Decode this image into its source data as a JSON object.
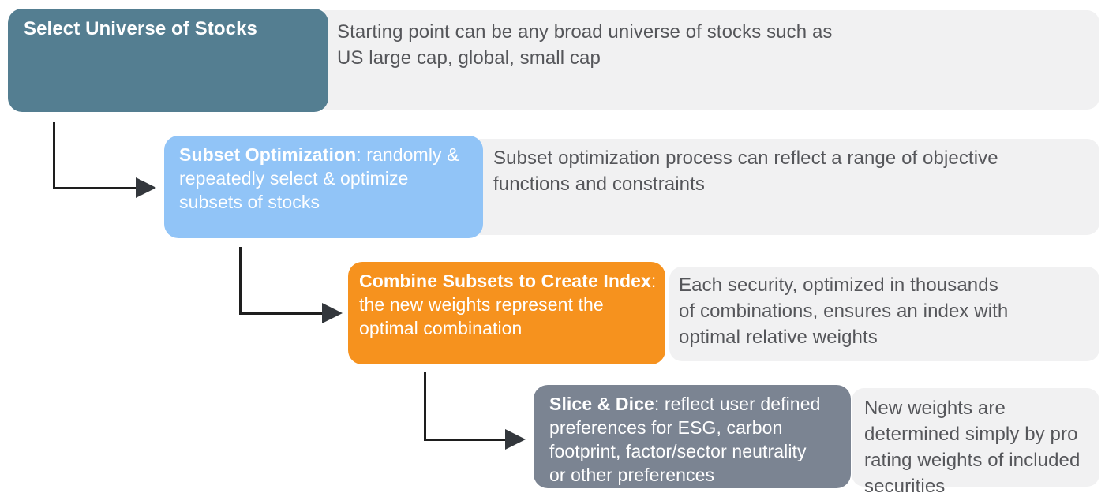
{
  "steps": [
    {
      "name": "select-universe-of-stocks",
      "title_bold": "Select Universe of Stocks",
      "title_rest": "",
      "box_color": "#547e91",
      "description": "Starting point can be any broad universe of stocks such as\nUS large cap, global, small cap"
    },
    {
      "name": "subset-optimization",
      "title_bold": "Subset Optimization",
      "title_rest": ": randomly &\nrepeatedly select & optimize\nsubsets of stocks",
      "box_color": "#91c4f7",
      "description": "Subset optimization process can reflect a range of objective\nfunctions and constraints"
    },
    {
      "name": "combine-subsets-to-create-index",
      "title_bold": "Combine Subsets to Create Index",
      "title_rest": ":\nthe new weights represent the\noptimal combination",
      "box_color": "#f6921e",
      "description": "Each security, optimized in thousands\nof combinations, ensures an index with\noptimal relative weights"
    },
    {
      "name": "slice-and-dice",
      "title_bold": "Slice & Dice",
      "title_rest": ": reflect user defined\npreferences for ESG, carbon\nfootprint, factor/sector neutrality\nor other preferences",
      "box_color": "#7b8492",
      "description": "New weights are\ndetermined simply by pro\nrating weights of included\nsecurities"
    }
  ],
  "colors": {
    "panel_bg": "#f1f1f2",
    "description_text": "#55565a",
    "title_text": "#ffffff",
    "arrow_line": "#1e1e1e",
    "arrow_head": "#33373c"
  }
}
